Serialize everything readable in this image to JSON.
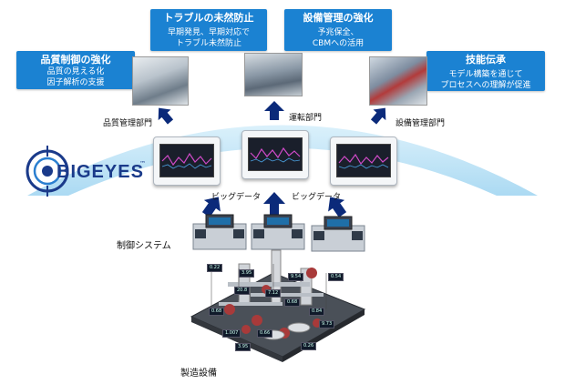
{
  "benefits": [
    {
      "title": "品質制御の強化",
      "lines": [
        "品質の見える化",
        "因子解析の支援"
      ]
    },
    {
      "title": "トラブルの未然防止",
      "lines": [
        "早期発見、早期対応で",
        "トラブル未然防止"
      ]
    },
    {
      "title": "設備管理の強化",
      "lines": [
        "予兆保全、",
        "CBMへの活用"
      ]
    },
    {
      "title": "技能伝承",
      "lines": [
        "モデル構築を通じて",
        "プロセスへの理解が促進"
      ]
    }
  ],
  "departments": [
    "品質管理部門",
    "運転部門",
    "設備管理部門"
  ],
  "bigdata_labels": [
    "ビッグデータ",
    "ビッグデータ"
  ],
  "logo": {
    "text": "BIGEYES",
    "tm": "™"
  },
  "control_system_label": "制御システム",
  "manufacturing_label": "製造設備",
  "plant_tags": [
    "0.22",
    "3.95",
    "9.54",
    "20.8",
    "0.68",
    "7.12",
    "0.68",
    "0.54",
    "0.84",
    "9.73",
    "1.007",
    "0.66",
    "0.26",
    "3.95"
  ],
  "colors": {
    "accent_blue": "#1b82d2",
    "arrow_navy": "#0b2a7a",
    "arc_light": "#bfe3f7"
  }
}
